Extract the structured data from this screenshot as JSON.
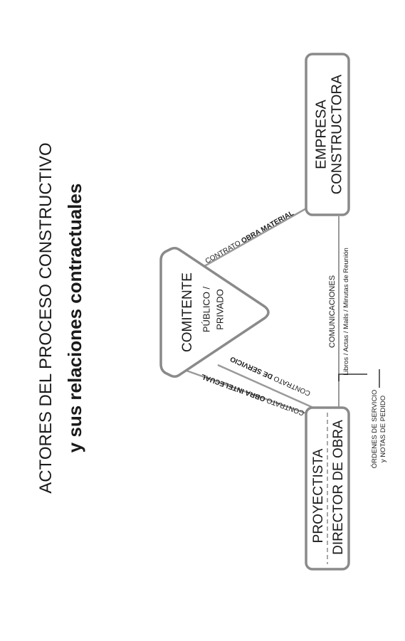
{
  "title": {
    "line1": "ACTORES DEL PROCESO CONSTRUCTIVO",
    "line2": "y sus relaciones contractuales"
  },
  "nodes": {
    "empresa": {
      "line1": "EMPRESA",
      "line2": "CONSTRUCTORA"
    },
    "comitente": {
      "name": "COMITENTE",
      "line1": "PÚBLICO /",
      "line2": "PRIVADO"
    },
    "proyectista": {
      "line1": "PROYECTISTA",
      "line2": "DIRECTOR DE OBRA"
    }
  },
  "relations": {
    "obra_material": {
      "prefix": "CONTRATO ",
      "strong": "OBRA MATERIAL"
    },
    "servicio": {
      "prefix": "CONTRATO ",
      "strong": "DE SERVICIO"
    },
    "obra_intelectual": {
      "prefix": "CONTRATO ",
      "strong": "OBRA INTELECUAL"
    },
    "comunicaciones": {
      "title": "COMUNICACIONES",
      "detail": "Libros / Actas / Mails / Minutas de Reunión"
    },
    "ordenes": {
      "line1": "ÓRDENES DE SERVICIO",
      "line2": "y NOTAS DE PEDIDO"
    }
  },
  "colors": {
    "ink": "#1a1a1a",
    "box_stroke": "#8a8a8a",
    "line": "#9a9a9a",
    "background": "#ffffff"
  }
}
